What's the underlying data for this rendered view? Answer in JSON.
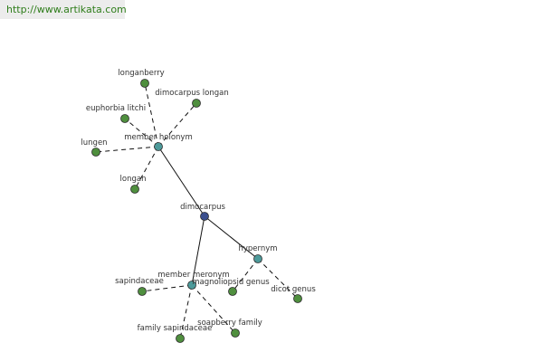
{
  "header": {
    "url": "http://www.artikata.com"
  },
  "graph": {
    "colors": {
      "center": "#3b4f8e",
      "relation": "#4d9a9a",
      "leaf": "#4f8f3e",
      "stroke": "#2b2b2b",
      "edge": "#111111"
    },
    "nodes": [
      {
        "id": "dimocarpus",
        "label": "dimocarpus",
        "kind": "center"
      },
      {
        "id": "member-holonym",
        "label": "member holonym",
        "kind": "relation"
      },
      {
        "id": "member-meronym",
        "label": "member meronym",
        "kind": "relation"
      },
      {
        "id": "hypernym",
        "label": "hypernym",
        "kind": "relation"
      },
      {
        "id": "longanberry",
        "label": "longanberry",
        "kind": "leaf"
      },
      {
        "id": "dimocarpus-longan",
        "label": "dimocarpus longan",
        "kind": "leaf"
      },
      {
        "id": "euphorbia-litchi",
        "label": "euphorbia litchi",
        "kind": "leaf"
      },
      {
        "id": "lungen",
        "label": "lungen",
        "kind": "leaf"
      },
      {
        "id": "longan",
        "label": "longan",
        "kind": "leaf"
      },
      {
        "id": "sapindaceae",
        "label": "sapindaceae",
        "kind": "leaf"
      },
      {
        "id": "magnoliopsid-genus",
        "label": "magnoliopsid genus",
        "kind": "leaf"
      },
      {
        "id": "dicot-genus",
        "label": "dicot genus",
        "kind": "leaf"
      },
      {
        "id": "family-sapindaceae",
        "label": "family sapindaceae",
        "kind": "leaf"
      },
      {
        "id": "soapberry-family",
        "label": "soapberry family",
        "kind": "leaf"
      }
    ],
    "edges": [
      {
        "from": "dimocarpus",
        "to": "member-holonym",
        "style": "solid"
      },
      {
        "from": "dimocarpus",
        "to": "member-meronym",
        "style": "solid"
      },
      {
        "from": "dimocarpus",
        "to": "hypernym",
        "style": "solid"
      },
      {
        "from": "member-holonym",
        "to": "longanberry",
        "style": "dashed"
      },
      {
        "from": "member-holonym",
        "to": "dimocarpus-longan",
        "style": "dashed"
      },
      {
        "from": "member-holonym",
        "to": "euphorbia-litchi",
        "style": "dashed"
      },
      {
        "from": "member-holonym",
        "to": "lungen",
        "style": "dashed"
      },
      {
        "from": "member-holonym",
        "to": "longan",
        "style": "dashed"
      },
      {
        "from": "member-meronym",
        "to": "sapindaceae",
        "style": "dashed"
      },
      {
        "from": "member-meronym",
        "to": "family-sapindaceae",
        "style": "dashed"
      },
      {
        "from": "member-meronym",
        "to": "soapberry-family",
        "style": "dashed"
      },
      {
        "from": "hypernym",
        "to": "magnoliopsid-genus",
        "style": "dashed"
      },
      {
        "from": "hypernym",
        "to": "dicot-genus",
        "style": "dashed"
      }
    ]
  }
}
